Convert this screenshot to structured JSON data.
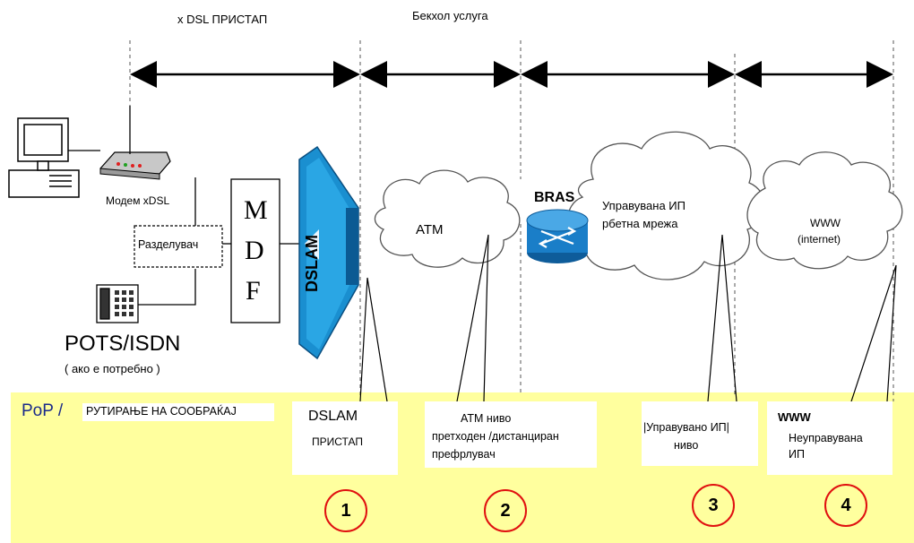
{
  "top": {
    "xdsl_access": "x  DSL ПРИСТАП",
    "backhaul": "Бекхол услуга"
  },
  "devices": {
    "modem_label": "Модем  xDSL",
    "splitter_label": "Разделувач",
    "mdf_letters": [
      "M",
      "D",
      "F"
    ],
    "dslam_label": "DSLAM",
    "pots_label": "POTS/ISDN",
    "pots_note": "( ако е потребно )",
    "bras_label": "BRAS"
  },
  "clouds": {
    "atm": "ATM",
    "managed_ip_line1": "Управувана ИП",
    "managed_ip_line2": "рбетна мрежа",
    "www_line1": "WWW",
    "www_line2": "(internet)"
  },
  "pop": {
    "title": "PoP /",
    "subtitle": "РУТИРАЊЕ НА СООБРАЌАЈ"
  },
  "levels": [
    {
      "number": "1",
      "line1": "DSLAM",
      "line2": "ПРИСТАП",
      "line3": ""
    },
    {
      "number": "2",
      "line1": "ATM ниво",
      "line2": "претходен /дистанциран",
      "line3": "префрлувач"
    },
    {
      "number": "3",
      "line1": "|Управувано ИП|",
      "line2": "ниво",
      "line3": ""
    },
    {
      "number": "4",
      "line1": "WWW",
      "line2": "Неуправувана",
      "line3": "ИП"
    }
  ],
  "colors": {
    "pop_background": "#ffff9e",
    "circle_border": "#e01010",
    "dslam_blue": "#1a8fd0",
    "bras_blue": "#1a7ec8"
  }
}
